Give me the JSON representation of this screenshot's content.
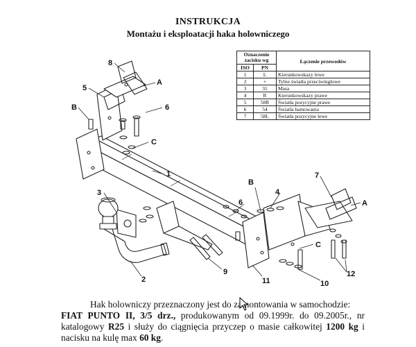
{
  "header": {
    "title": "INSTRUKCJA",
    "subtitle": "Montażu i eksploatacji haka holowniczego"
  },
  "wiring_table": {
    "header_group": "Oznaczenie zacisku wg",
    "col_iso": "ISO",
    "col_pn": "PN",
    "col_desc": "Łączenie przewodów",
    "rows": [
      {
        "iso": "1",
        "pn": "L",
        "desc": "Kierunkowskazy lewe"
      },
      {
        "iso": "2",
        "pn": "+",
        "desc": "Tylne światła przeciwmgłowe"
      },
      {
        "iso": "3",
        "pn": "31",
        "desc": "Masa"
      },
      {
        "iso": "4",
        "pn": "R",
        "desc": "Kierunkowskazy prawe"
      },
      {
        "iso": "5",
        "pn": "58R",
        "desc": "Światła pozycyjne prawe"
      },
      {
        "iso": "6",
        "pn": "54",
        "desc": "Światła hamowania"
      },
      {
        "iso": "7",
        "pn": "58L",
        "desc": "Światła pozycyjne lewe"
      }
    ]
  },
  "diagram_labels": {
    "l8": "8",
    "lA1": "A",
    "l5": "5",
    "lB1": "B",
    "l6a": "6",
    "lC1": "C",
    "l1": "1",
    "l3": "3",
    "l2": "2",
    "l9": "9",
    "lB2": "B",
    "l6b": "6",
    "l4": "4",
    "l7": "7",
    "lA2": "A",
    "lC2": "C",
    "l11": "11",
    "l10": "10",
    "l12": "12"
  },
  "body_text": {
    "p1": "Hak holowniczy przeznaczony jest do zamontowania w samochodzie:",
    "car_model": "FIAT PUNTO II, 3/5 drz.,",
    "p2": "produkowanym od 09.1999r. do 09.2005r., nr katalogowy",
    "catalog": "R25",
    "p3": "i służy do ciągnięcia przyczep o masie całkowitej",
    "max_mass": "1200 kg",
    "p4": "i nacisku na kulę max",
    "max_load": "60 kg",
    "p5": "."
  }
}
